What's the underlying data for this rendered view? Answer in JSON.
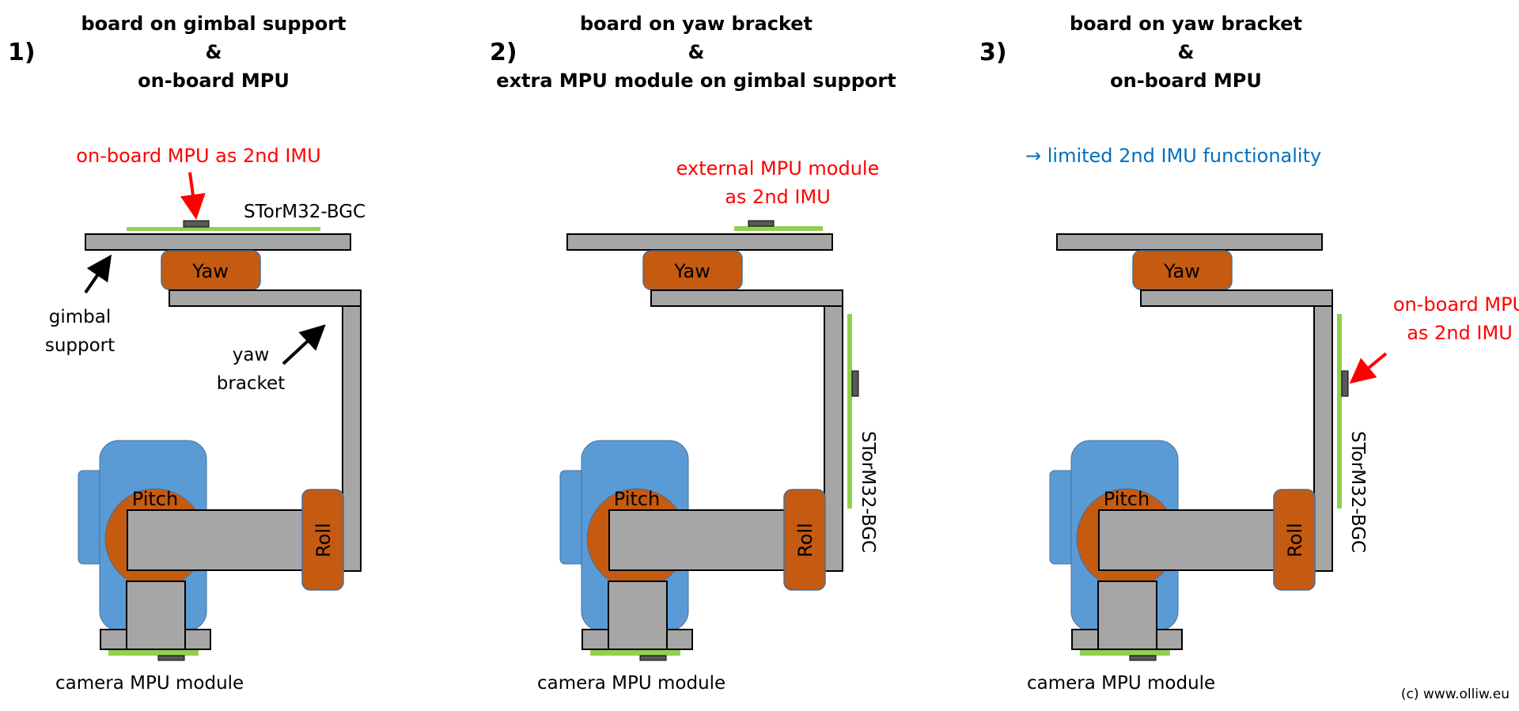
{
  "colors": {
    "frame": "#a6a6a6",
    "motor": "#c55a11",
    "camera": "#5b9bd5",
    "pcb": "#92d050",
    "chip": "#595959",
    "red_note": "#ff0000",
    "blue_note": "#0070c0"
  },
  "panels": [
    {
      "number": "1)",
      "title": [
        "board on gimbal support",
        "&",
        "on-board MPU"
      ],
      "note": [
        "on-board MPU as 2nd IMU"
      ],
      "board_label": "STorM32-BGC",
      "gimbal_support_label": [
        "gimbal",
        "support"
      ],
      "yaw_bracket_label": [
        "yaw",
        "bracket"
      ],
      "motors": {
        "yaw": "Yaw",
        "pitch": "Pitch",
        "roll": "Roll"
      },
      "camera_label": "camera MPU module"
    },
    {
      "number": "2)",
      "title": [
        "board on yaw bracket",
        "&",
        "extra MPU module on gimbal support"
      ],
      "note": [
        "external MPU module",
        "as 2nd IMU"
      ],
      "board_label": "STorM32-BGC",
      "motors": {
        "yaw": "Yaw",
        "pitch": "Pitch",
        "roll": "Roll"
      },
      "camera_label": "camera MPU module"
    },
    {
      "number": "3)",
      "title": [
        "board on yaw bracket",
        "&",
        "on-board MPU"
      ],
      "note": [
        "on-board MPU",
        "as 2nd IMU"
      ],
      "blue_note": "→ limited 2nd IMU functionality",
      "board_label": "STorM32-BGC",
      "motors": {
        "yaw": "Yaw",
        "pitch": "Pitch",
        "roll": "Roll"
      },
      "camera_label": "camera MPU module"
    }
  ],
  "copyright": "(c) www.olliw.eu"
}
